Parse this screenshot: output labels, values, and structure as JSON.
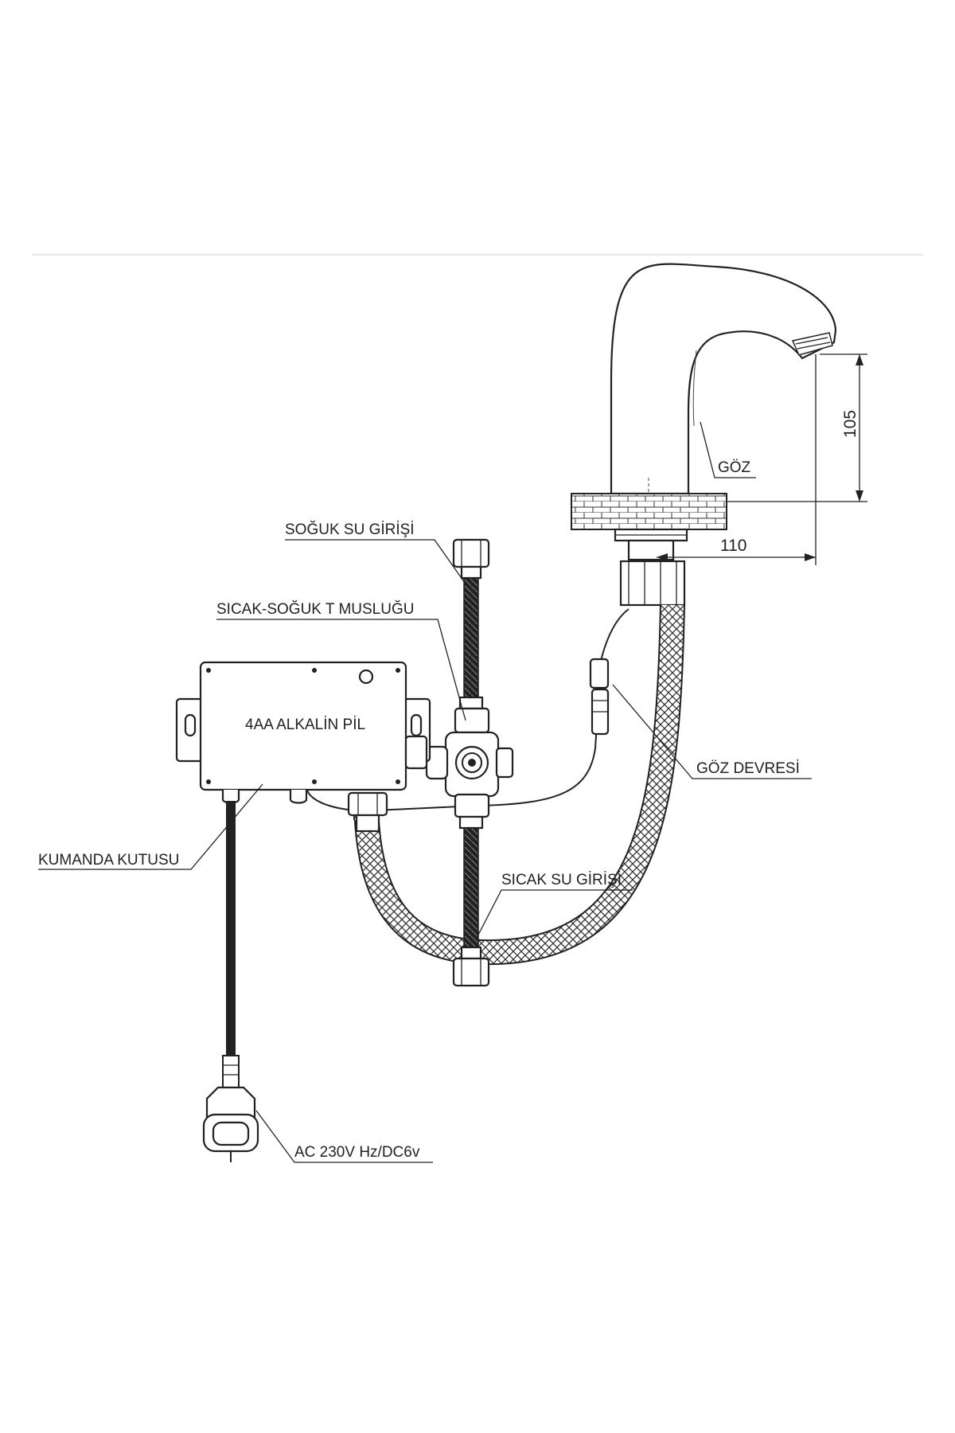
{
  "labels": {
    "cold_inlet": "SOĞUK SU GİRİŞİ",
    "tee_valve": "SICAK-SOĞUK T MUSLUĞU",
    "battery": "4AA ALKALİN PİL",
    "control_box": "KUMANDA KUTUSU",
    "hot_inlet": "SICAK SU GİRİŞİ",
    "sensor_circuit": "GÖZ DEVRESİ",
    "sensor": "GÖZ",
    "power": "AC 230V Hz/DC6v"
  },
  "dimensions": {
    "height": "105",
    "reach": "110"
  },
  "colors": {
    "line": "#222222",
    "background": "#ffffff"
  }
}
